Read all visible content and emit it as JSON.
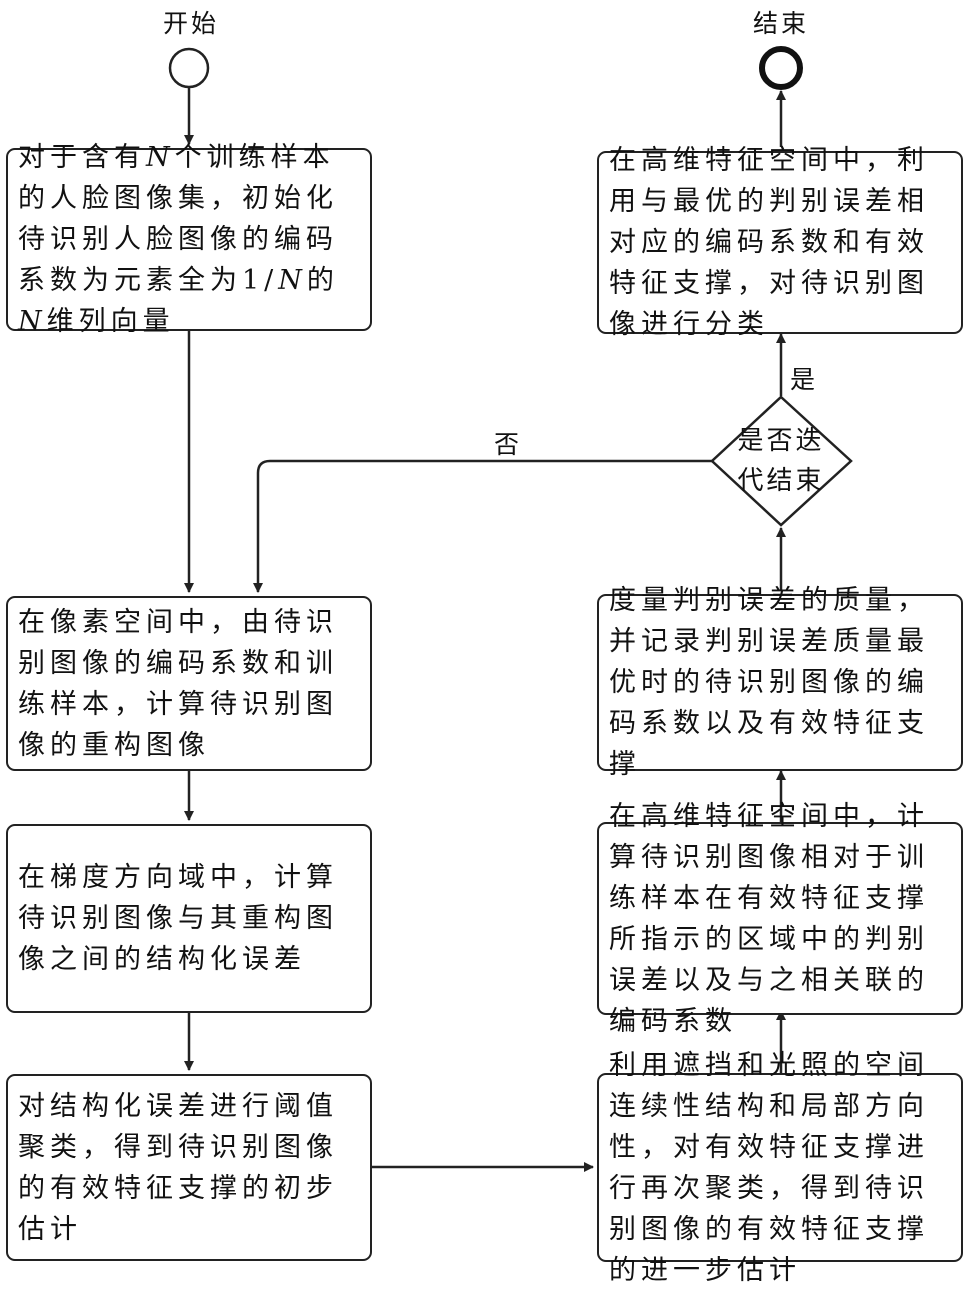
{
  "start_label": "开始",
  "end_label": "结束",
  "steps": {
    "s1": [
      "对于含有",
      "N",
      "个训练样本的人脸图像集，初始化待识别人脸图像的编码系数为元素全为1/",
      "N",
      "的",
      "N",
      "维列向量"
    ],
    "s2": "在像素空间中，由待识别图像的编码系数和训练样本，计算待识别图像的重构图像",
    "s3": "在梯度方向域中，计算待识别图像与其重构图像之间的结构化误差",
    "s4": "对结构化误差进行阈值聚类，得到待识别图像的有效特征支撑的初步估计",
    "s5": "利用遮挡和光照的空间连续性结构和局部方向性，对有效特征支撑进行再次聚类，得到待识别图像的有效特征支撑的进一步估计",
    "s6": "在高维特征空间中，计算待识别图像相对于训练样本在有效特征支撑所指示的区域中的判别误差以及与之相关联的编码系数",
    "s7": "度量判别误差的质量，并记录判别误差质量最优时的待识别图像的编码系数以及有效特征支撑",
    "s8": "在高维特征空间中，利用与最优的判别误差相对应的编码系数和有效特征支撑，对待识别图像进行分类"
  },
  "decision": {
    "line1": "是否迭",
    "line2": "代结束",
    "yes_label": "是",
    "no_label": "否"
  }
}
